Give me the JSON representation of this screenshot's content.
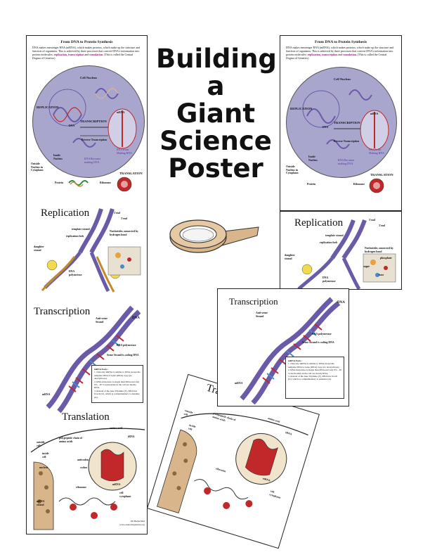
{
  "title_lines": [
    "Building",
    "a",
    "Giant",
    "Science",
    "Poster"
  ],
  "poster": {
    "header": "From DNA to Protein Synthesis",
    "intro_a": "DNA makes messenger RNA (mRNA), which makes proteins, which make up the structure and function of organisms. This is achieved by three processes that convert DNA's information into protein molecules:",
    "intro_terms": "replication, transcription",
    "intro_and": "and",
    "intro_last": "translation.",
    "intro_b": "(This is called the Central Dogma of Genetics)",
    "cell_nucleus": "Cell Nucleus",
    "replication_label": "REPLICATION",
    "transcription_label": "TRANSCRIPTION",
    "dna": "DNA",
    "mrna": "mRNA",
    "reverse_transcription": "Reverse Transcription",
    "rna_from_making_rna": "RNA from Making RNA",
    "rna_becomes_dna": "RNA Becomes making DNA",
    "outside_nucleus": "Outside Nucleus in Cytoplasm",
    "inside_nucleus": "Inside Nucleus",
    "translation_label": "TRANSLATION",
    "protein": "Protein",
    "ribosome": "Ribosome",
    "sections": {
      "replication": "Replication",
      "transcription": "Transcription",
      "translation": "Translation"
    },
    "replication_labels": {
      "template_strand": "template strand",
      "replication_fork": "replication fork",
      "five_end": "5'end",
      "three_end": "3'end",
      "daughter_strand": "daughter strand",
      "dna_polymerase": "DNA polymerase",
      "nucleotides": "Nucleotides connected by hydrogen bond",
      "sugar": "sugar",
      "phosphate": "phosphate",
      "base": "base"
    },
    "transcription_labels": {
      "antisense": "Anti-sense Strand",
      "dna": "DNA",
      "rna_polymerase": "RNA polymerase",
      "sense": "Sense Strand is coding DNA",
      "mrna": "mRNA",
      "facts_title": "mRNA Facts :",
      "fact1": "1. Once my mRNA is similar to DNA except the template DNA is Gene (RNA) copy (no deoxyribose).",
      "fact2": "2. RNA molecules is single than DNA and only 9% - 30 % nucleotides in the cell are mostly RNA.",
      "fact3": "3. Instead of the base Thymine (T), RNA has Uracil (U), which is complementary to Adenine (A)."
    },
    "translation_labels": {
      "amino_acid": "amino acid",
      "trna": "tRNA",
      "polypeptide": "polypeptide chain of amino acids",
      "outside_cell": "outside cell",
      "inside_cell": "inside cell",
      "nucleus": "nucleus",
      "nuclear_pore": "nuclear pore",
      "anticodon": "anticodon",
      "codon": "codon",
      "ribosome": "ribosome",
      "mrna": "mRNA",
      "cell_cytoplasm": "cell cytoplasm",
      "mrna_strand": "mRNA strand"
    },
    "credit_name": "Jill Butterfield",
    "credit_site": "www.exploringnature.org"
  },
  "colors": {
    "nucleus": "#a9a6ce",
    "dna_purple": "#6a5aa8",
    "red": "#c0282a",
    "tan": "#d9b58c",
    "magenta": "#b0127e"
  }
}
